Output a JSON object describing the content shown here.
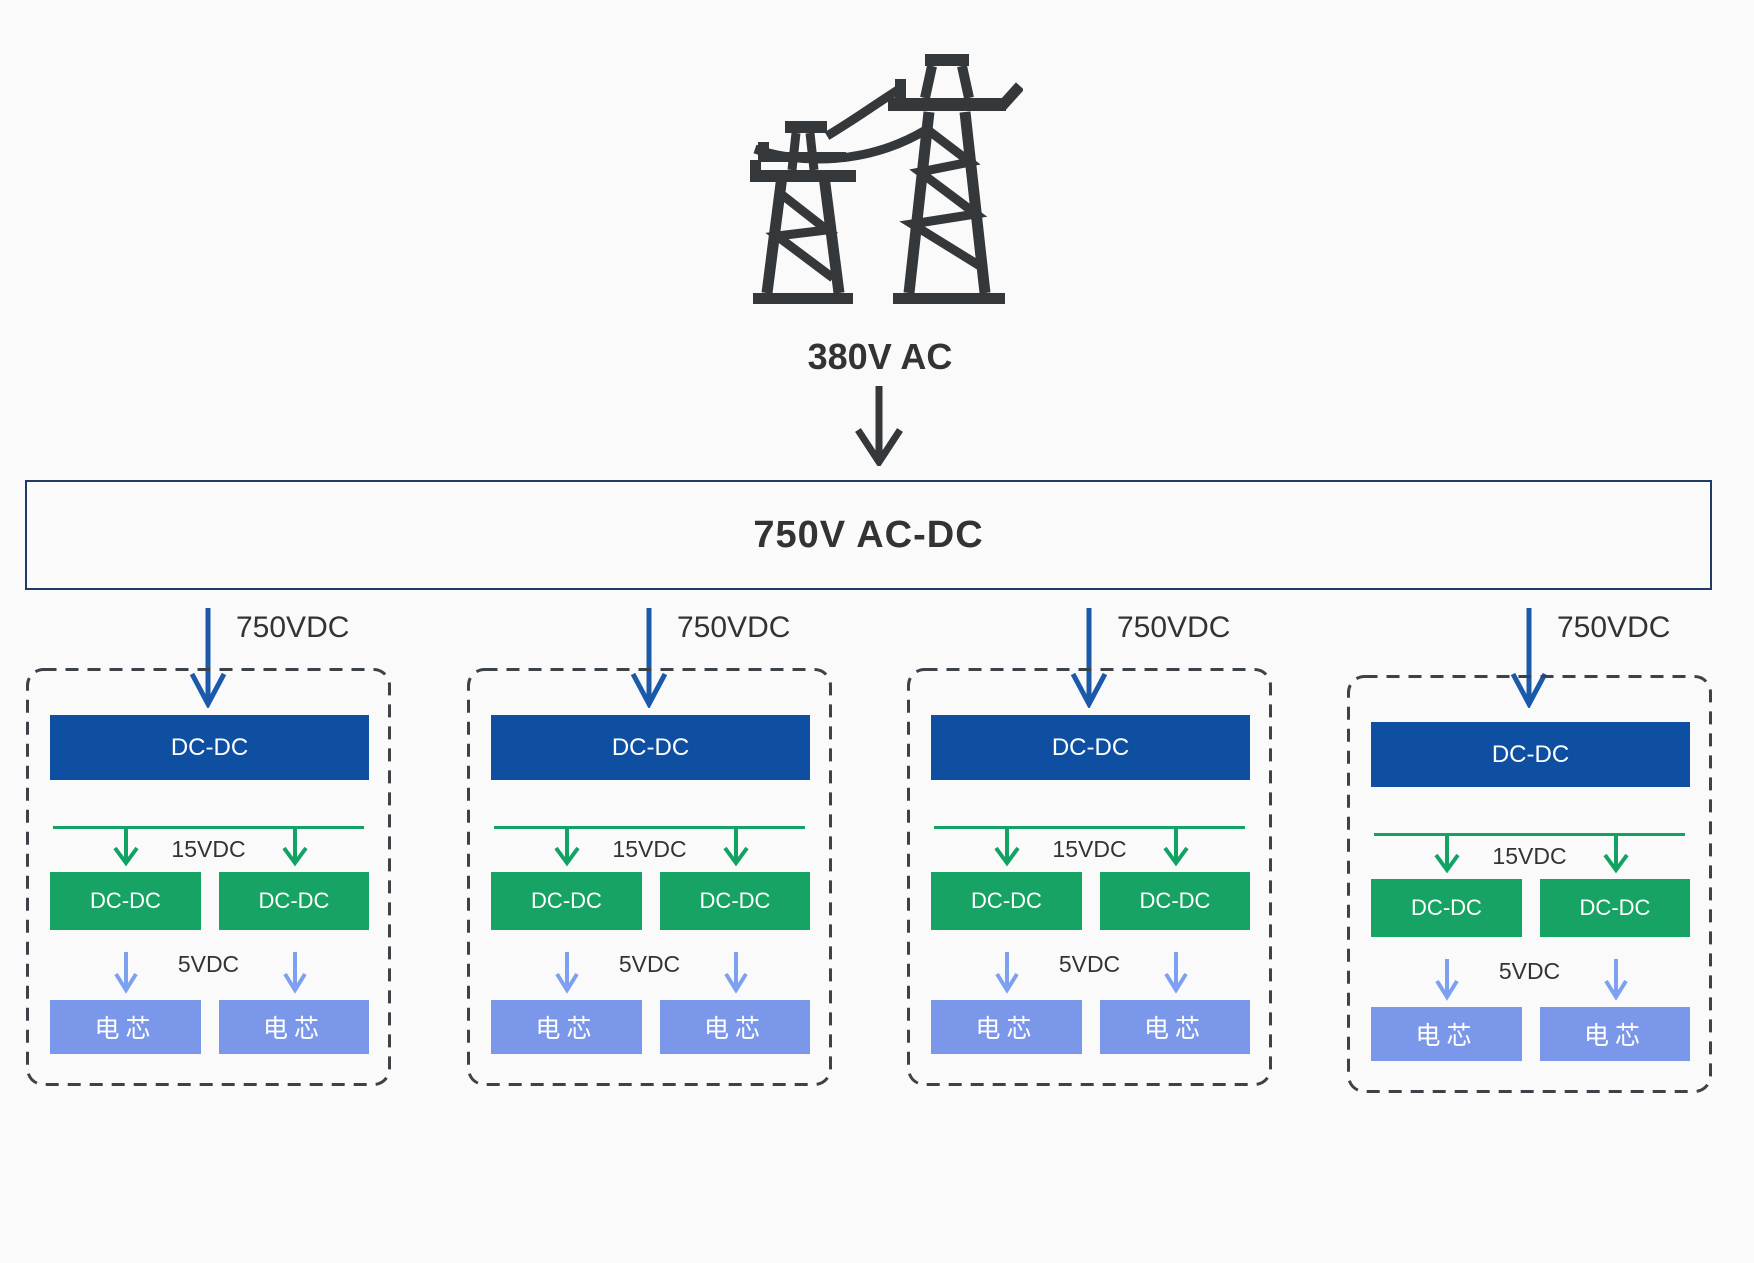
{
  "grid_source": {
    "icon": "transmission-towers-icon",
    "voltage_label": "380V AC"
  },
  "rectifier": {
    "label": "750V AC-DC"
  },
  "groups": [
    {
      "feed_voltage": "750VDC",
      "primary_converter": "DC-DC",
      "intermediate_voltage": "15VDC",
      "secondary_converters": [
        "DC-DC",
        "DC-DC"
      ],
      "output_voltage": "5VDC",
      "cells": [
        "电芯",
        "电芯"
      ]
    },
    {
      "feed_voltage": "750VDC",
      "primary_converter": "DC-DC",
      "intermediate_voltage": "15VDC",
      "secondary_converters": [
        "DC-DC",
        "DC-DC"
      ],
      "output_voltage": "5VDC",
      "cells": [
        "电芯",
        "电芯"
      ]
    },
    {
      "feed_voltage": "750VDC",
      "primary_converter": "DC-DC",
      "intermediate_voltage": "15VDC",
      "secondary_converters": [
        "DC-DC",
        "DC-DC"
      ],
      "output_voltage": "5VDC",
      "cells": [
        "电芯",
        "电芯"
      ]
    },
    {
      "feed_voltage": "750VDC",
      "primary_converter": "DC-DC",
      "intermediate_voltage": "15VDC",
      "secondary_converters": [
        "DC-DC",
        "DC-DC"
      ],
      "output_voltage": "5VDC",
      "cells": [
        "电芯",
        "电芯"
      ]
    }
  ],
  "colors": {
    "background": "#fafafa",
    "primary_blue": "#0e4fa1",
    "green": "#16a363",
    "cell_blue": "#7b97e9",
    "feed_arrow_blue": "#1b5aab",
    "cell_arrow_blue": "#7ea0f0",
    "text_dark": "#333333",
    "dashed_border": "#3d4248",
    "rectifier_border": "#223a66",
    "icon_dark": "#35383b"
  }
}
